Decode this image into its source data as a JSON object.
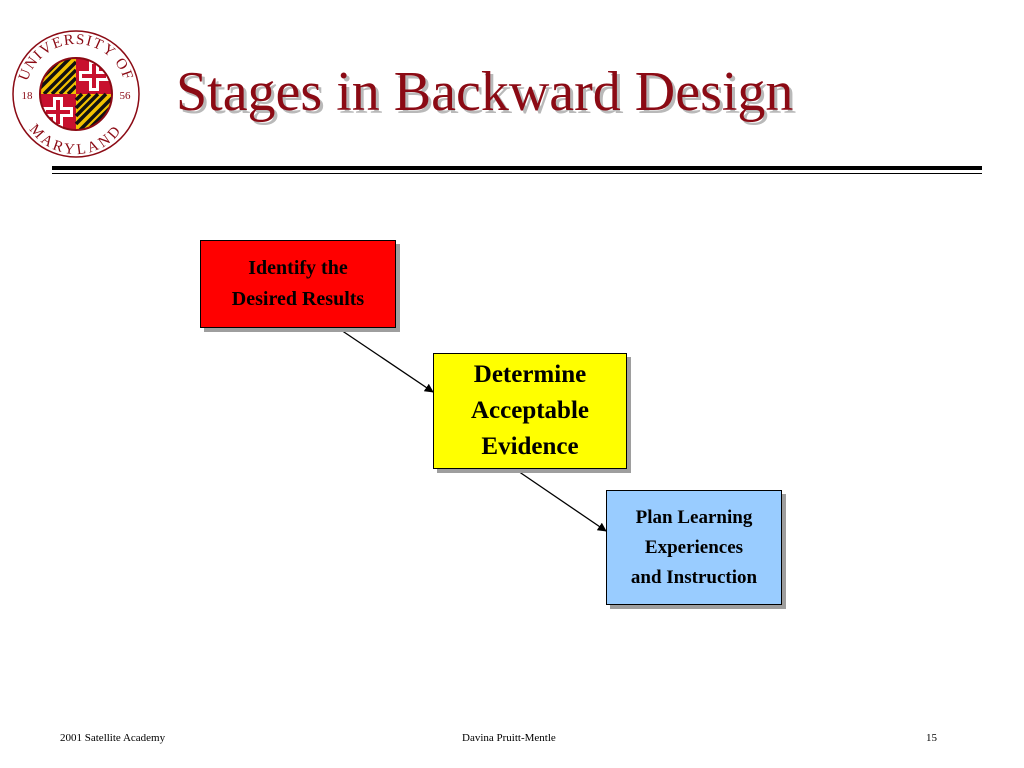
{
  "slide": {
    "title": "Stages in Backward Design",
    "title_color": "#8b0a14"
  },
  "logo": {
    "top_text": "UNIVERSITY OF",
    "bottom_text": "MARYLAND",
    "year_left": "18",
    "year_right": "56"
  },
  "diagram": {
    "stages": [
      {
        "lines": [
          "Identify the",
          "Desired Results"
        ],
        "color": "#ff0000"
      },
      {
        "lines": [
          "Determine",
          "Acceptable",
          "Evidence"
        ],
        "color": "#ffff00"
      },
      {
        "lines": [
          "Plan Learning",
          "Experiences",
          "and Instruction"
        ],
        "color": "#99ccff"
      }
    ]
  },
  "footer": {
    "left": "2001 Satellite Academy",
    "center": "Davina Pruitt-Mentle",
    "page_number": "15"
  }
}
